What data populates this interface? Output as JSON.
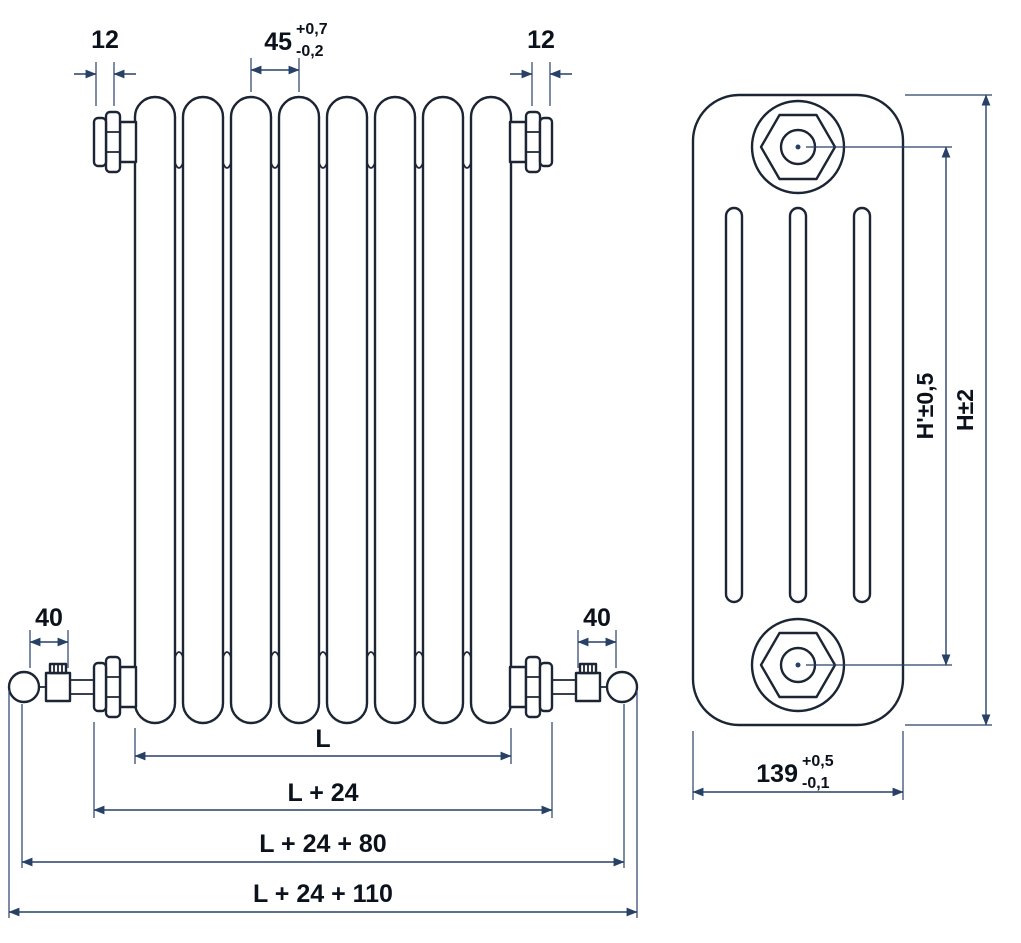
{
  "colors": {
    "background": "#ffffff",
    "part_line": "#1c2534",
    "dim_line": "#274066",
    "text": "#0c121c"
  },
  "front_view": {
    "labels": {
      "plug_width_left": "12",
      "plug_width_right": "12",
      "pitch_value": "45",
      "pitch_tol_upper": "+0,7",
      "pitch_tol_lower": "-0,2",
      "tail_left": "40",
      "tail_right": "40",
      "length": "L",
      "length_plus_24": "L + 24",
      "length_plus_24_80": "L + 24 + 80",
      "length_plus_24_110": "L + 24 + 110"
    }
  },
  "side_view": {
    "labels": {
      "axis_height": "H'±0,5",
      "overall_height": "H±2",
      "depth_value": "139",
      "depth_tol_upper": "+0,5",
      "depth_tol_lower": "-0,1"
    }
  }
}
